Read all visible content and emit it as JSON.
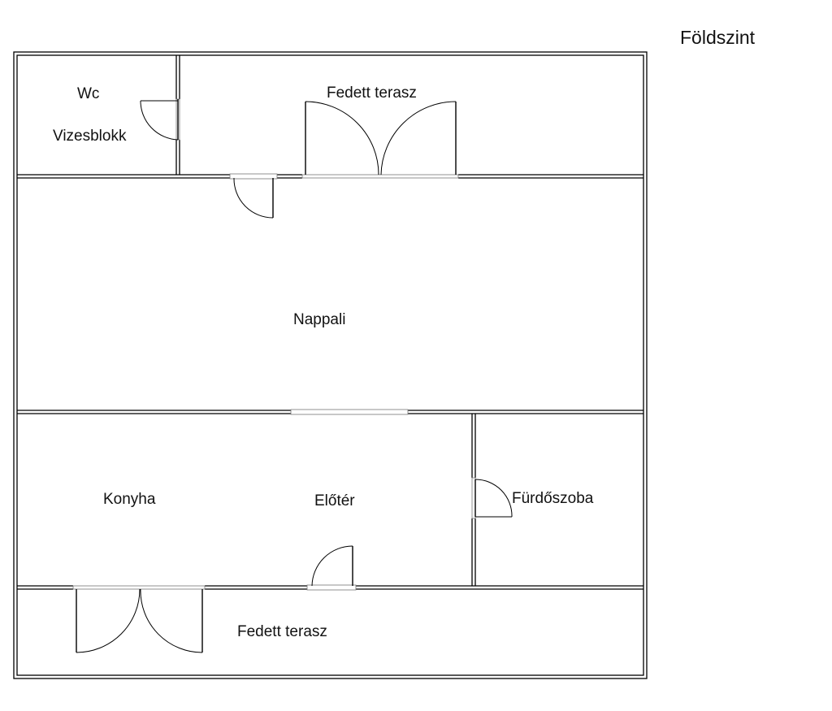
{
  "plan": {
    "title": "Földszint",
    "rooms": [
      {
        "id": "wc",
        "label": "Wc"
      },
      {
        "id": "vizesblokk",
        "label": "Vizesblokk"
      },
      {
        "id": "terrace-top",
        "label": "Fedett terasz"
      },
      {
        "id": "living",
        "label": "Nappali"
      },
      {
        "id": "kitchen",
        "label": "Konyha"
      },
      {
        "id": "hall",
        "label": "Előtér"
      },
      {
        "id": "bathroom",
        "label": "Fürdőszoba"
      },
      {
        "id": "terrace-bottom",
        "label": "Fedett terasz"
      }
    ]
  }
}
